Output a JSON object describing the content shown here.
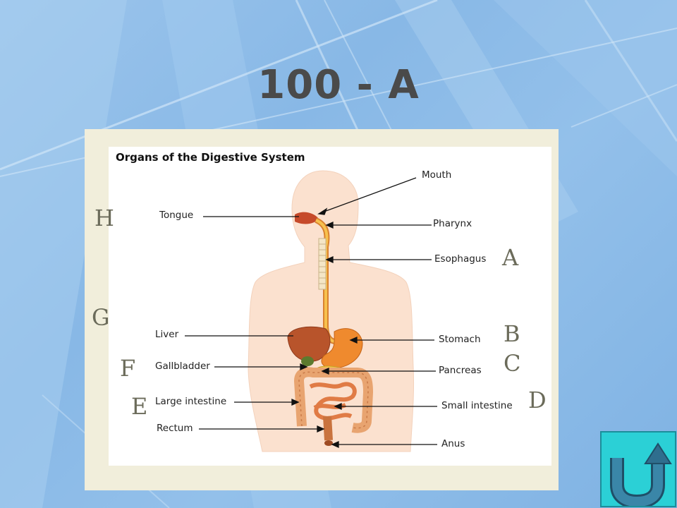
{
  "slide": {
    "title": "100 - A"
  },
  "diagram": {
    "title": "Organs of the Digestive System",
    "labels": {
      "mouth": "Mouth",
      "tongue": "Tongue",
      "pharynx": "Pharynx",
      "esophagus": "Esophagus",
      "liver": "Liver",
      "stomach": "Stomach",
      "gallbladder": "Gallbladder",
      "pancreas": "Pancreas",
      "large_intestine": "Large intestine",
      "small_intestine": "Small intestine",
      "rectum": "Rectum",
      "anus": "Anus"
    }
  },
  "answer_letters": {
    "a": "A",
    "b": "B",
    "c": "C",
    "d": "D",
    "e": "E",
    "f": "F",
    "g": "G",
    "h": "H"
  },
  "colors": {
    "background": "#88b8e6",
    "title": "#4a4a4a",
    "button": "#2bd0d6",
    "button_icon": "#2f6e8e"
  },
  "icons": {
    "home_button": "u-turn-arrow-icon"
  }
}
